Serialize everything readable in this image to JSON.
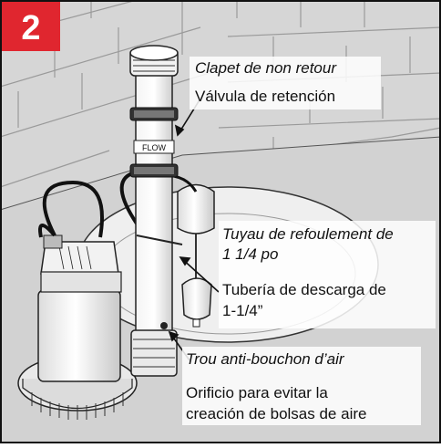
{
  "step_badge": {
    "number": "2",
    "color": "#e0262f"
  },
  "pipe_flow_label": "FLOW",
  "labels": {
    "check_valve_fr": "Clapet de non retour",
    "check_valve_es": "Válvula de retención",
    "discharge_pipe_fr_line1": "Tuyau de refoulement de",
    "discharge_pipe_fr_line2": "1 1/4 po",
    "discharge_pipe_es_line1": "Tubería de descarga de",
    "discharge_pipe_es_line2": "1-1/4”",
    "air_hole_fr": "Trou anti-bouchon d’air",
    "air_hole_es_line1": "Orificio para evitar la",
    "air_hole_es_line2": "creación de bolsas de aire"
  },
  "colors": {
    "frame": "#111111",
    "wall": "#d9d9d9",
    "floor": "#cfcfcf",
    "pit": "#eeeeee"
  }
}
